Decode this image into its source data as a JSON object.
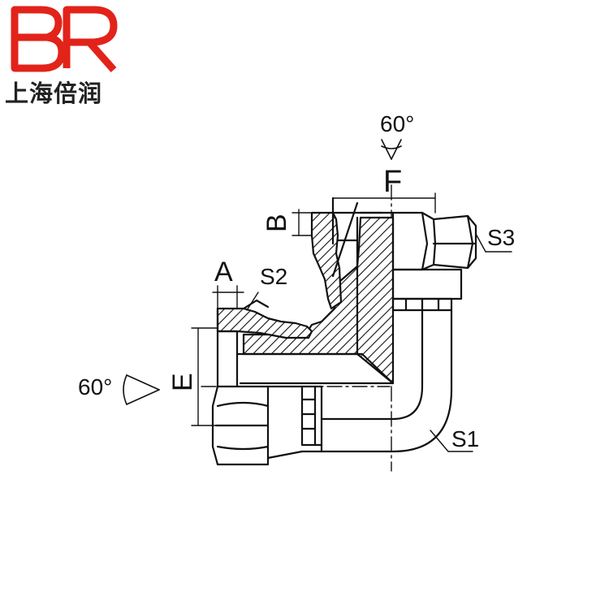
{
  "logo": {
    "letters": "BR",
    "company_name": "上海倍润",
    "brand_color": "#e2231a"
  },
  "labels": {
    "angle_top": "60°",
    "angle_left": "60°",
    "dim_a": "A",
    "dim_b": "B",
    "dim_e": "E",
    "dim_f": "F",
    "label_s1": "S1",
    "label_s2": "S2",
    "label_s3": "S3"
  },
  "colors": {
    "line": "#111111",
    "background": "#ffffff"
  }
}
